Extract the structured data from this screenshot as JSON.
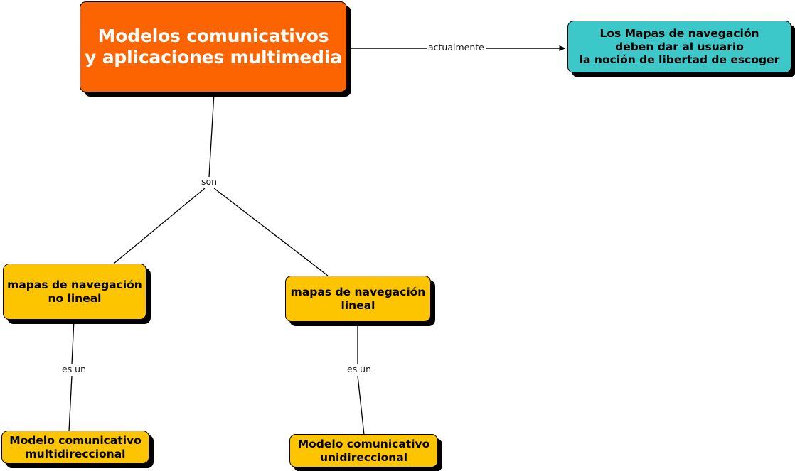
{
  "diagram": {
    "type": "concept-map",
    "title": "Modelos comunicativos y aplicaciones multimedia",
    "background_color": "#ffffff",
    "colors": {
      "root_fill": "#fb6400",
      "root_text": "#ffffff",
      "teal_fill": "#3cc8c8",
      "yellow_fill": "#fdc400",
      "node_text": "#000000",
      "edge": "#000000",
      "shadow": "#000000"
    },
    "nodes": [
      {
        "id": "root",
        "label": "Modelos comunicativos\ny aplicaciones multimedia",
        "color": "#fb6400"
      },
      {
        "id": "teal",
        "label": "Los Mapas de navegación\ndeben dar al usuario\nla noción de libertad de escoger",
        "color": "#3cc8c8"
      },
      {
        "id": "no-lineal",
        "label": "mapas de navegación\nno lineal",
        "color": "#fdc400"
      },
      {
        "id": "lineal",
        "label": "mapas de navegación\nlineal",
        "color": "#fdc400"
      },
      {
        "id": "multidireccional",
        "label": "Modelo comunicativo\nmultidireccional",
        "color": "#fdc400"
      },
      {
        "id": "unidireccional",
        "label": "Modelo comunicativo\nunidireccional",
        "color": "#fdc400"
      }
    ],
    "edges": [
      {
        "id": "e1",
        "from": "root",
        "to": "teal",
        "label": "actualmente",
        "arrow": true
      },
      {
        "id": "e2",
        "from": "root",
        "to": "no-lineal",
        "label": "son",
        "arrow": false
      },
      {
        "id": "e3",
        "from": "root",
        "to": "lineal",
        "label": "son",
        "arrow": false
      },
      {
        "id": "e4",
        "from": "no-lineal",
        "to": "multidireccional",
        "label": "es un",
        "arrow": false
      },
      {
        "id": "e5",
        "from": "lineal",
        "to": "unidireccional",
        "label": "es un",
        "arrow": false
      }
    ]
  }
}
